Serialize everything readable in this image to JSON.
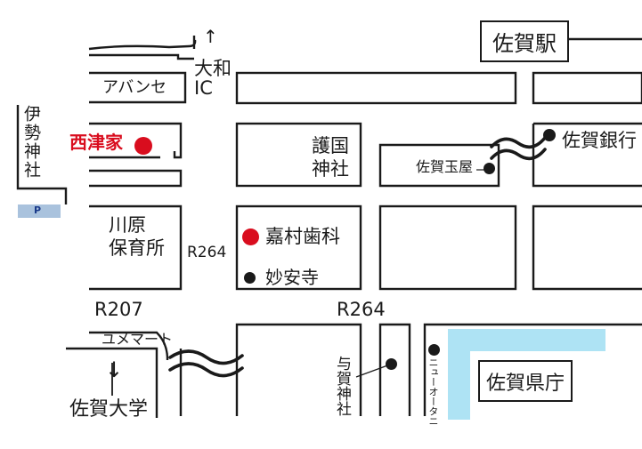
{
  "labels": {
    "ic": "大和\nIC",
    "ic_arrow": "↑",
    "station": "佐賀駅",
    "abanse": "アバンセ",
    "ise_shrine": "伊勢神社",
    "nishitsuya": "西津家",
    "parking": "P",
    "gokoku": "護国\n神社",
    "tamaya": "佐賀玉屋",
    "saga_bank": "佐賀銀行",
    "kawahara": "川原\n保育所",
    "r264_side": "R264",
    "kamura": "嘉村歯科",
    "myoanji": "妙安寺",
    "r207": "R207",
    "r264_main": "R264",
    "yumemart": "ユメマート",
    "saga_univ_arrow": "↓",
    "saga_univ": "佐賀大学",
    "yoga": "与賀神社",
    "hotel_new_otani": "ニューオータニ",
    "prefectural_office": "佐賀県庁"
  },
  "colors": {
    "line": "#1a1a1a",
    "highlight_red": "#d90d1e",
    "parking_bar": "#a9c2dd",
    "water": "#aee3f4"
  },
  "icons": {
    "ic_arrow": "up-arrow",
    "univ_arrow": "down-arrow",
    "poi_marker": "filled-circle"
  }
}
